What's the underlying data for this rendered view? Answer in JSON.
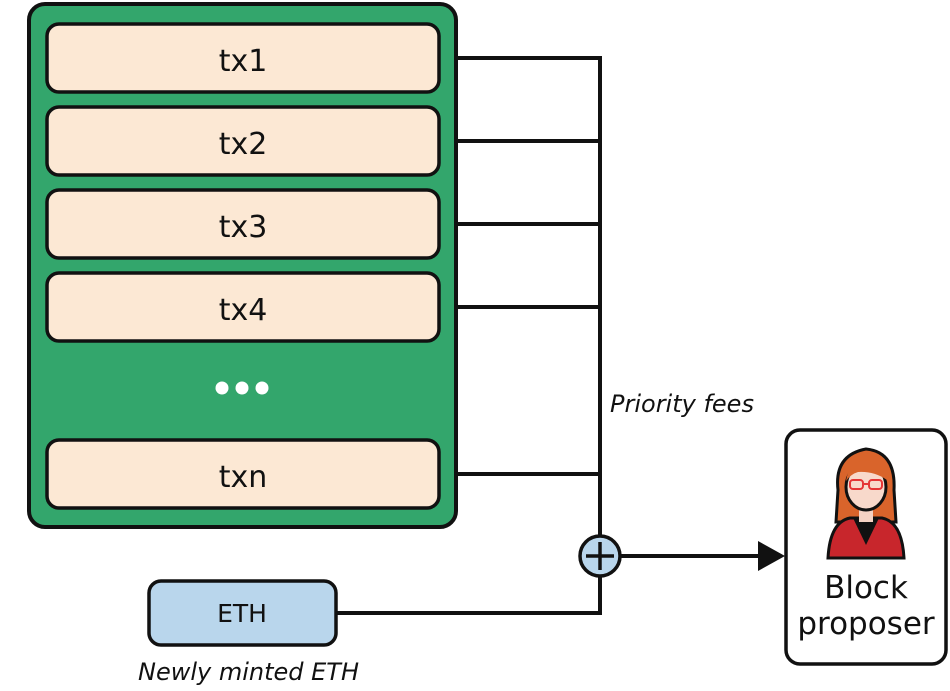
{
  "transactions": [
    {
      "label": "tx1"
    },
    {
      "label": "tx2"
    },
    {
      "label": "tx3"
    },
    {
      "label": "tx4"
    },
    {
      "label": "txn"
    }
  ],
  "ellipsis": "•••",
  "priority_fees_label": "Priority fees",
  "eth_box_label": "ETH",
  "newly_minted_label": "Newly minted ETH",
  "proposer": {
    "line1": "Block",
    "line2": "proposer"
  },
  "colors": {
    "block_bg": "#33a66c",
    "tx_fill": "#fce8d4",
    "eth_fill": "#b9d6ec",
    "plus_fill": "#b9d6ec",
    "stroke": "#111111"
  }
}
